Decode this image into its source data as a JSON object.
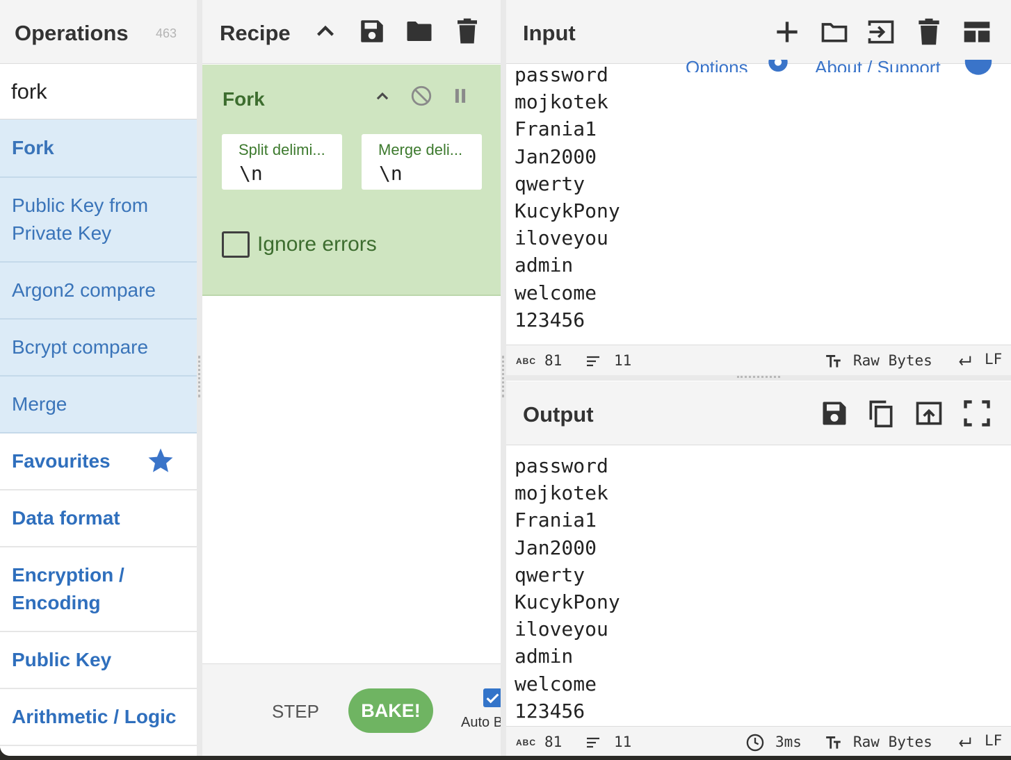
{
  "operations": {
    "title": "Operations",
    "count": "463",
    "search_value": "fork",
    "results": [
      "Fork",
      "Public Key from Private Key",
      "Argon2 compare",
      "Bcrypt compare",
      "Merge"
    ],
    "categories": [
      "Favourites",
      "Data format",
      "Encryption / Encoding",
      "Public Key",
      "Arithmetic / Logic"
    ]
  },
  "recipe": {
    "title": "Recipe",
    "op": {
      "name": "Fork",
      "split_label": "Split delimi...",
      "split_value": "\\n",
      "merge_label": "Merge deli...",
      "merge_value": "\\n",
      "ignore_errors_label": "Ignore errors"
    },
    "step_label": "STEP",
    "bake_label": "BAKE!",
    "auto_bake_label": "Auto Bake"
  },
  "input": {
    "title": "Input",
    "ghost_options": "Options",
    "ghost_about": "About / Support",
    "lines": [
      "password",
      "mojkotek",
      "Frania1",
      "Jan2000",
      "qwerty",
      "KucykPony",
      "iloveyou",
      "admin",
      "welcome",
      "123456"
    ],
    "status": {
      "abc_label": "ABC",
      "chars": "81",
      "lines": "11",
      "encoding": "Raw Bytes",
      "eol": "LF"
    }
  },
  "output": {
    "title": "Output",
    "lines": [
      "password",
      "mojkotek",
      "Frania1",
      "Jan2000",
      "qwerty",
      "KucykPony",
      "iloveyou",
      "admin",
      "welcome",
      "123456"
    ],
    "status": {
      "abc_label": "ABC",
      "chars": "81",
      "lines": "11",
      "time": "3ms",
      "encoding": "Raw Bytes",
      "eol": "LF"
    }
  },
  "colors": {
    "accent": "#3374c9",
    "recipe_green": "#cfe5c1",
    "bake_green": "#6fb462",
    "result_blue": "#dcebf7"
  }
}
